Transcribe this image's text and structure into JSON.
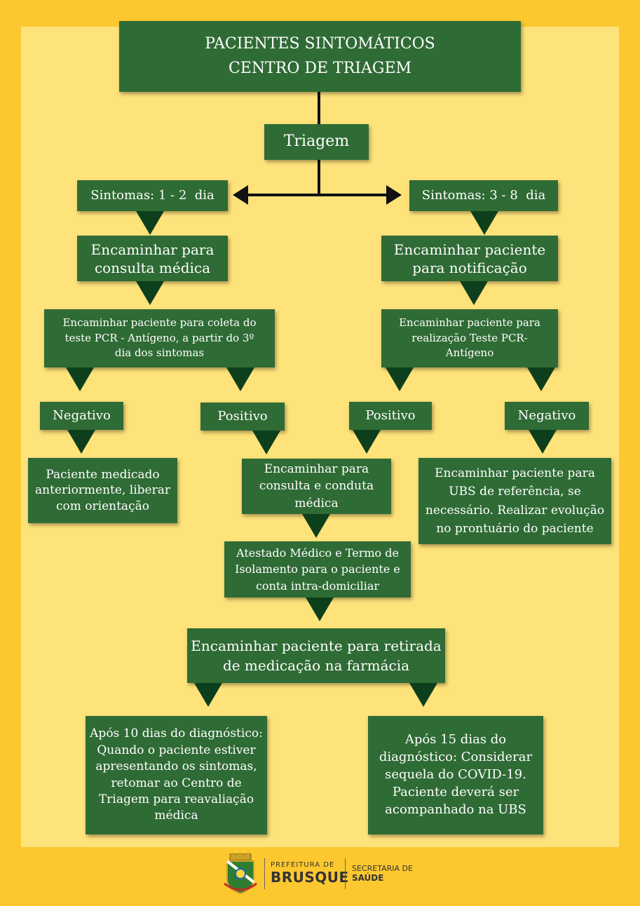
{
  "header": {
    "line1": "PACIENTES SINTOMÁTICOS",
    "line2": "CENTRO DE TRIAGEM"
  },
  "triagem": "Triagem",
  "left": {
    "symptoms": "Sintomas: 1 - 2  dia",
    "consult": [
      "Encaminhar para",
      "consulta médica"
    ],
    "collect": [
      "Encaminhar paciente para coleta do",
      "teste PCR - Antígeno, a partir do 3º",
      "dia dos sintomas"
    ],
    "negative": "Negativo",
    "positive": "Positivo",
    "negative_result": [
      "Paciente medicado",
      "anteriormente, liberar",
      "com orientação"
    ]
  },
  "right": {
    "symptoms": "Sintomas: 3 - 8  dia",
    "notify": [
      "Encaminhar paciente",
      "para notificação"
    ],
    "test": [
      "Encaminhar paciente para",
      "realização Teste PCR-",
      "Antígeno"
    ],
    "positive": "Positivo",
    "negative": "Negativo",
    "negative_result": [
      "Encaminhar paciente para",
      "UBS de referência, se",
      "necessário. Realizar evolução",
      "no prontuário do paciente"
    ]
  },
  "center": {
    "consult": [
      "Encaminhar para",
      "consulta e conduta",
      "médica"
    ],
    "certificate": [
      "Atestado Médico e Termo de",
      "Isolamento para o paciente e",
      "conta intra-domiciliar"
    ],
    "pharmacy": [
      "Encaminhar paciente para retirada",
      "de medicação na farmácia"
    ]
  },
  "outcomes": {
    "after10": [
      "Após 10 dias do diagnóstico:",
      "Quando o paciente estiver",
      "apresentando os sintomas,",
      "retomar ao Centro de",
      "Triagem para reavaliação",
      "médica"
    ],
    "after15": [
      "Após 15 dias do",
      "diagnóstico: Considerar",
      "sequela do COVID-19.",
      "Paciente deverá ser",
      "acompanhado na UBS"
    ]
  },
  "footer": {
    "prefeitura_top": "PREFEITURA DE",
    "prefeitura_bottom": "BRUSQUE",
    "secretaria_top": "SECRETARIA DE",
    "secretaria_bottom": "SAÚDE"
  },
  "colors": {
    "background": "#fdc82f",
    "panel": "#fee27a",
    "box": "#2f6b35",
    "arrow": "#0e3f1c"
  }
}
